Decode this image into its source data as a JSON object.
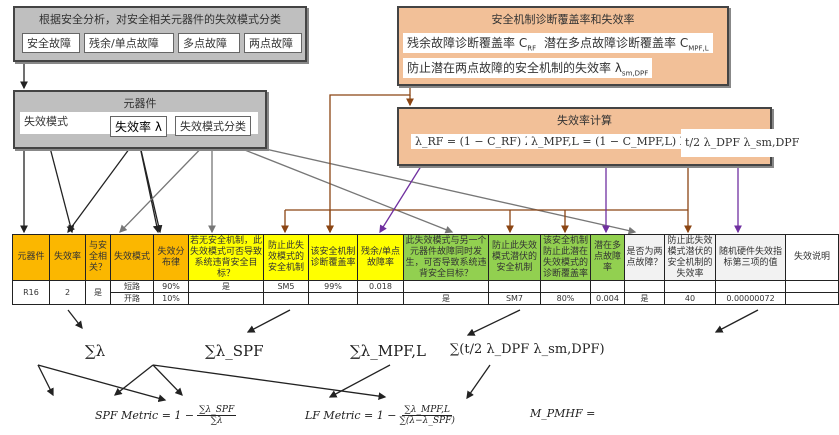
{
  "classify_box": {
    "title": "根据安全分析，对安全相关元器件的失效模式分类",
    "items": [
      "安全故障",
      "残余/单点故障",
      "多点故障",
      "两点故障"
    ]
  },
  "component_box": {
    "title": "元器件",
    "failure_mode": "失效模式",
    "failure_rate": "失效率 λ",
    "classification": "失效模式分类"
  },
  "coverage_box": {
    "title": "安全机制诊断覆盖率和失效率",
    "residual": "残余故障诊断覆盖率 C",
    "residual_sub": "RF",
    "latent": "潜在多点故障诊断覆盖率 C",
    "latent_sub": "MPF,L",
    "sm_rate": "防止潜在两点故障的安全机制的失效率 λ",
    "sm_rate_sub": "sm,DPF"
  },
  "calc_box": {
    "title": "失效率计算",
    "f1": "λ_RF = (1 − C_RF) λ",
    "f2": "λ_MPF,L = (1 − C_MPF,L) λ",
    "f3": "t/2 λ_DPF λ_sm,DPF"
  },
  "table": {
    "headers": [
      "元器件",
      "失效率",
      "与安全相关？",
      "失效模式",
      "失效分布律",
      "若无安全机制，此失效模式可否导致系统违背安全目标？",
      "防止此失效模式的安全机制",
      "该安全机制诊断覆盖率",
      "残余/单点故障率",
      "此失效模式与另一个元器件故障同时发生，可否导致系统违背安全目标？",
      "防止此失效模式潜伏的安全机制",
      "该安全机制防止此潜在失效模式的诊断覆盖率",
      "潜在多点故障率",
      "是否为两点故障？",
      "防止此失效模式潜伏的安全机制的失效率",
      "随机硬件失效指标第三项的值",
      "失效说明"
    ],
    "component": "R16",
    "rate": "2",
    "safety_related": "是",
    "rows": [
      {
        "mode": "短路",
        "dist": "90%",
        "c6": "是",
        "c7": "SM5",
        "c8": "99%",
        "c9": "0.018",
        "c10": "",
        "c11": "",
        "c12": "",
        "c13": "",
        "c14": "",
        "c15": "",
        "c16": ""
      },
      {
        "mode": "开路",
        "dist": "10%",
        "c6": "",
        "c7": "",
        "c8": "",
        "c9": "",
        "c10": "是",
        "c11": "SM7",
        "c12": "80%",
        "c13": "0.004",
        "c14": "是",
        "c15": "40",
        "c16": "0.00000072"
      }
    ]
  },
  "sums": {
    "s1": "∑λ",
    "s2": "∑λ_SPF",
    "s3": "∑λ_MPF,L",
    "s4": "∑(t/2 λ_DPF λ_sm,DPF)"
  },
  "metrics": {
    "spf": "SPF Metric = 1 −",
    "spf_num": "∑λ_SPF",
    "spf_den": "∑λ",
    "lf": "LF Metric = 1 −",
    "lf_num": "∑λ_MPF,L",
    "lf_den": "∑(λ−λ_SPF)",
    "pmhf": "M_PMHF ="
  },
  "colors": {
    "orange": "#fbb700",
    "yellow": "#ffff00",
    "green": "#92d050",
    "brown": "#8b4513",
    "purple": "#7030a0"
  }
}
